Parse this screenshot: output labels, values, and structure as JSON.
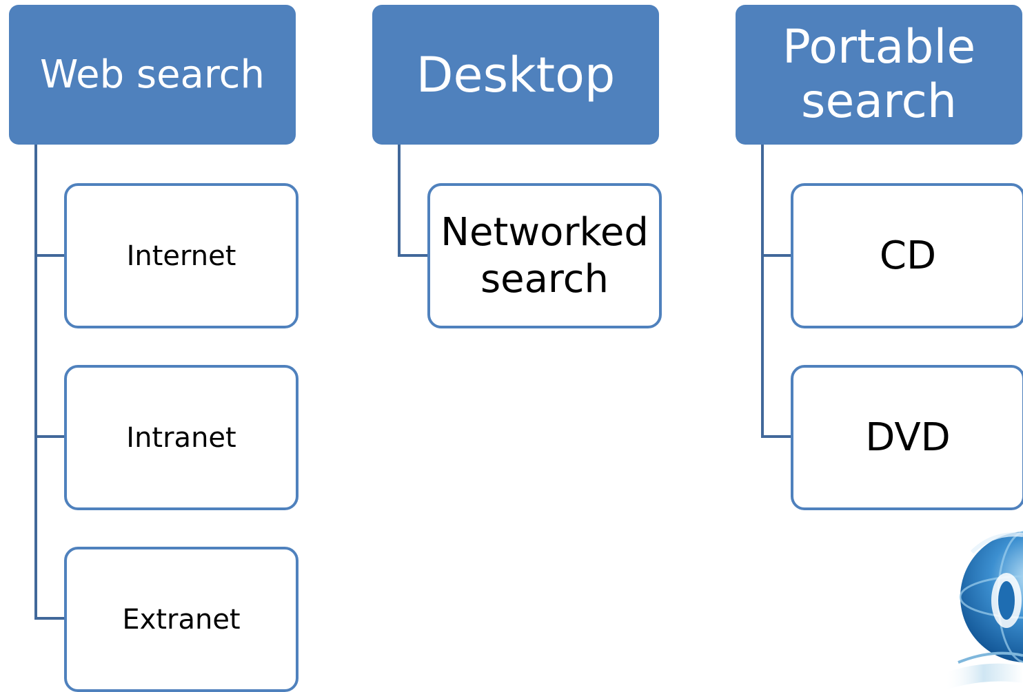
{
  "colors": {
    "accent": "#4f81bd",
    "connector": "#41689a",
    "child_fill": "#ffffff",
    "top_text": "#ffffff",
    "child_text": "#000000"
  },
  "groups": [
    {
      "title": "Web search",
      "children": [
        "Internet",
        "Intranet",
        "Extranet"
      ]
    },
    {
      "title": "Desktop",
      "children": [
        "Networked search"
      ]
    },
    {
      "title": "Portable search",
      "children": [
        "CD",
        "DVD"
      ]
    }
  ],
  "logo": {
    "icon": "globe-logo-icon"
  }
}
